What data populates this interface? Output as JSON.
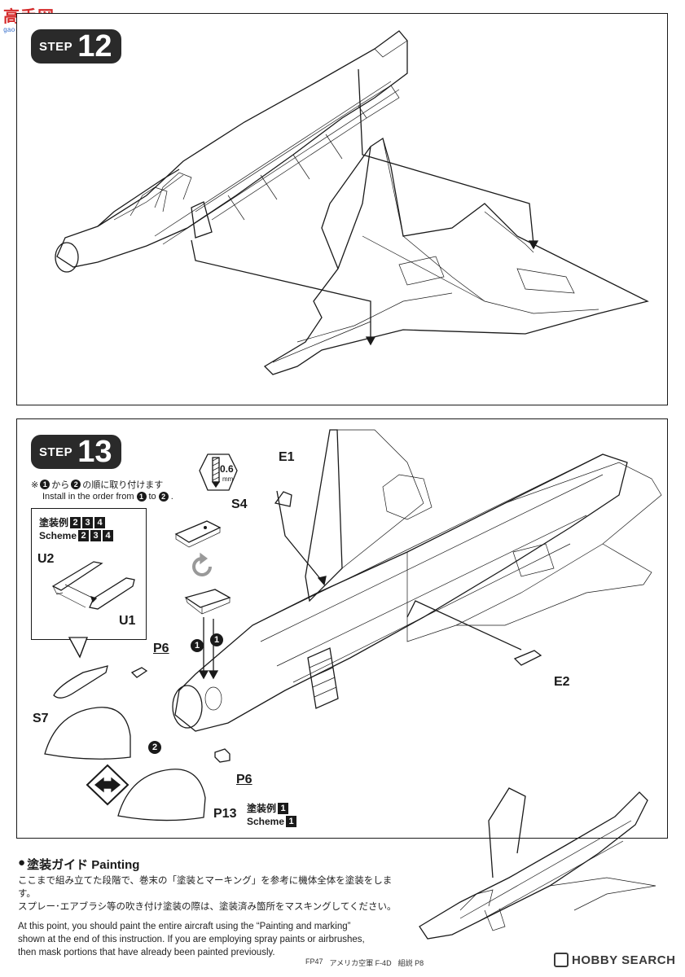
{
  "site_logo": {
    "brand": "高手网",
    "sub": "gao-shou.com"
  },
  "step12": {
    "word": "STEP",
    "number": "12"
  },
  "step13": {
    "word": "STEP",
    "number": "13",
    "note_jp_parts": [
      "※",
      "から",
      "の順に取り付けます"
    ],
    "note_en_parts": [
      "Install in the order from",
      "to",
      "."
    ],
    "order_marks": [
      "1",
      "2"
    ],
    "drill_size": "0.6",
    "drill_unit": "mm",
    "callout": {
      "scheme_jp": "塗装例",
      "scheme_en": "Scheme",
      "scheme_numbers": [
        "2",
        "3",
        "4"
      ]
    },
    "parts": {
      "e1": "E1",
      "s4": "S4",
      "u2": "U2",
      "u1": "U1",
      "p6_upper": "P6",
      "s7": "S7",
      "e2": "E2",
      "p6_lower": "P6",
      "p13": "P13"
    },
    "bottom_scheme": {
      "scheme_jp": "塗装例",
      "scheme_en": "Scheme",
      "scheme_number": "1"
    }
  },
  "painting": {
    "bullet": "●",
    "title": "塗装ガイド Painting",
    "jp_line1": "ここまで組み立てた段階で、巻末の「塗装とマーキング」を参考に機体全体を塗装をします。",
    "jp_line2": "スプレー･エアブラシ等の吹き付け塗装の際は、塗装済み箇所をマスキングしてください。",
    "en_line1": "At this point, you should paint the entire aircraft using the “Painting and marking”",
    "en_line2": "shown at the end of this instruction. If you are employing spray paints or airbrushes,",
    "en_line3": "then mask portions that have already been painted previously."
  },
  "footer": {
    "code": "FP47",
    "title": "アメリカ空軍 F-4D",
    "page": "組説 P8"
  },
  "watermark": "HOBBY SEARCH"
}
